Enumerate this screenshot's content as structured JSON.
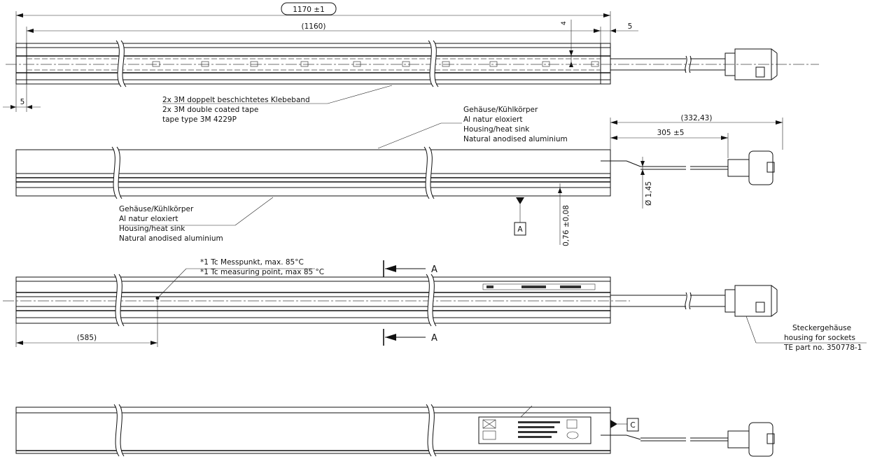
{
  "dims": {
    "overall_length": "1170 ±1",
    "inner_length": "(1160)",
    "end_offset_right": "5",
    "end_offset_left": "5",
    "profile_offset": "4",
    "cable_total": "(332,43)",
    "cable_length": "305 ±5",
    "cable_diameter": "Ø 1,45",
    "thickness": "0,76 ±0,08",
    "tc_position": "(585)"
  },
  "labels": {
    "tape": [
      "2x 3M doppelt beschichtetes Klebeband",
      "2x 3M double coated tape",
      "tape type 3M 4229P"
    ],
    "housing_top": [
      "Gehäuse/Kühlkörper",
      "Al natur eloxiert",
      "Housing/heat sink",
      "Natural anodised aluminium"
    ],
    "housing_bottom": [
      "Gehäuse/Kühlkörper",
      "Al natur eloxiert",
      "Housing/heat sink",
      "Natural anodised aluminium"
    ],
    "tc_point": [
      "*1 Tc Messpunkt, max. 85°C",
      "*1 Tc measuring point,  max 85 °C"
    ],
    "connector": [
      "Steckergehäuse",
      "housing for sockets",
      "TE  part no. 350778-1"
    ],
    "section_marker": "A",
    "datum_a": "A",
    "datum_c": "C"
  }
}
